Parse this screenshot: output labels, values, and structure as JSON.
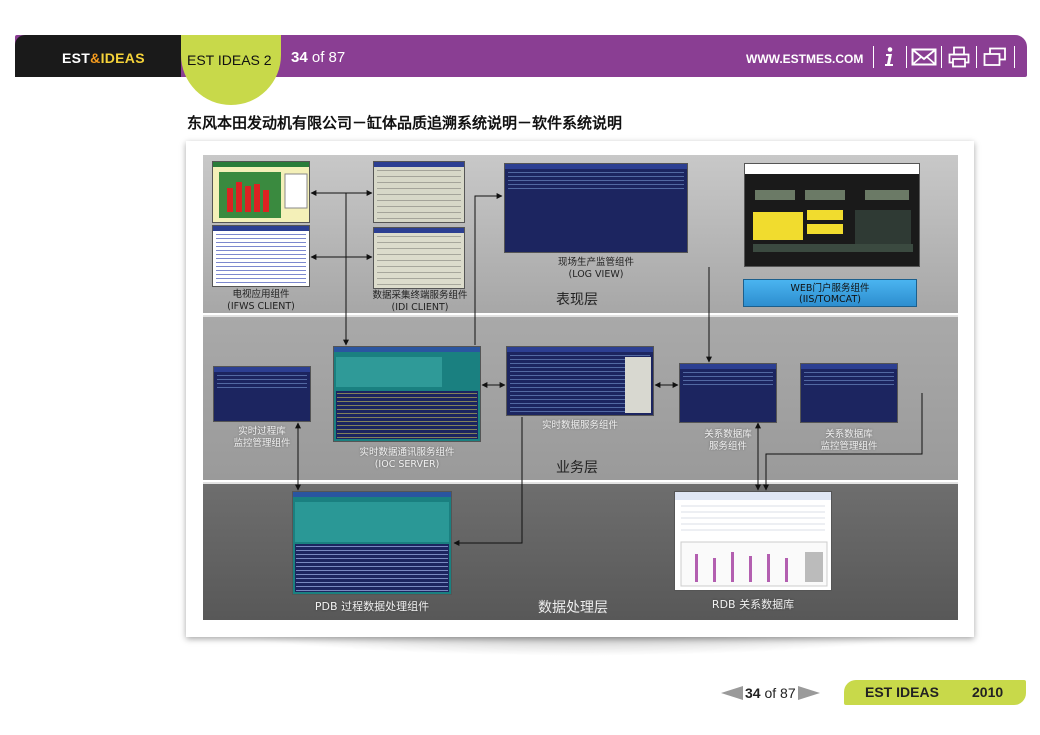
{
  "header": {
    "brand_est": "EST",
    "brand_amp": "&",
    "brand_ideas": "IDEAS",
    "tab_label": "EST IDEAS 2",
    "page_current": "34",
    "page_of": "of",
    "page_total": "87",
    "site_url": "WWW.ESTMES.COM"
  },
  "document": {
    "title": "东风本田发动机有限公司－缸体品质追溯系统说明－软件系统说明"
  },
  "diagram": {
    "layers": {
      "presentation": "表现层",
      "business": "业务层",
      "data": "数据处理层"
    },
    "components": {
      "ifws_line1": "电视应用组件",
      "ifws_line2": "(IFWS CLIENT)",
      "idi_line1": "数据采集终端服务组件",
      "idi_line2": "(IDI CLIENT)",
      "logview_line1": "现场生产监管组件",
      "logview_line2": "(LOG VIEW)",
      "iis_line1": "WEB门户服务组件",
      "iis_line2": "(IIS/TOMCAT)",
      "monitor_line1": "实时过程库",
      "monitor_line2": "监控管理组件",
      "ioc_line1": "实时数据通讯服务组件",
      "ioc_line2": "(IOC SERVER)",
      "rtdata": "实时数据服务组件",
      "rdbsvc_line1": "关系数据库",
      "rdbsvc_line2": "服务组件",
      "rdbmon_line1": "关系数据库",
      "rdbmon_line2": "监控管理组件",
      "pdb": "PDB 过程数据处理组件",
      "rdb": "RDB 关系数据库"
    }
  },
  "footer": {
    "page_current": "34",
    "page_of": "of",
    "page_total": "87",
    "ideas": "EST IDEAS",
    "year": "2010"
  },
  "colors": {
    "header_bg": "#8a3e93",
    "accent_green": "#c8d94a",
    "brand_bg": "#1a1a1a"
  },
  "icons": [
    "info-icon",
    "mail-icon",
    "print-icon",
    "window-icon"
  ]
}
